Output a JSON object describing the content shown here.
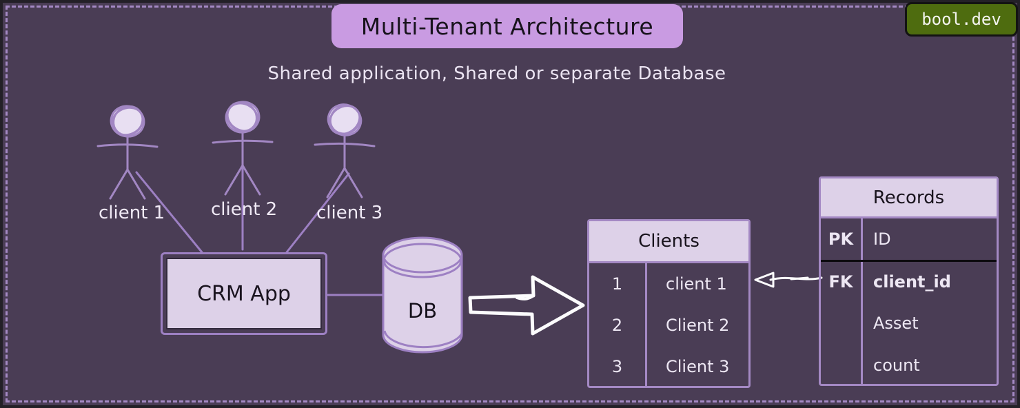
{
  "page": {
    "title": "Multi-Tenant Architecture",
    "subtitle": "Shared application, Shared or separate Database",
    "brand": "bool.dev"
  },
  "colors": {
    "canvas_background": "#4a3d55",
    "dashed_border": "#a489c4",
    "title_background": "#c99be2",
    "brand_background": "#4e6c0f",
    "shape_fill": "#ddd1e8",
    "shape_stroke": "#9d80c3",
    "arrow_white": "#fcfcfd",
    "body_text": "#ede7f3"
  },
  "clients": [
    {
      "label": "client 1"
    },
    {
      "label": "client 2"
    },
    {
      "label": "client 3"
    }
  ],
  "app": {
    "label": "CRM App"
  },
  "db": {
    "label": "DB"
  },
  "clients_table": {
    "title": "Clients",
    "rows": [
      {
        "num": "1",
        "name": "client 1"
      },
      {
        "num": "2",
        "name": "Client 2"
      },
      {
        "num": "3",
        "name": "Client 3"
      }
    ]
  },
  "records_table": {
    "title": "Records",
    "rows": [
      {
        "key": "PK",
        "field": "ID"
      },
      {
        "key": "FK",
        "field": "client_id"
      },
      {
        "key": "",
        "field": "Asset"
      },
      {
        "key": "",
        "field": "count"
      }
    ]
  }
}
